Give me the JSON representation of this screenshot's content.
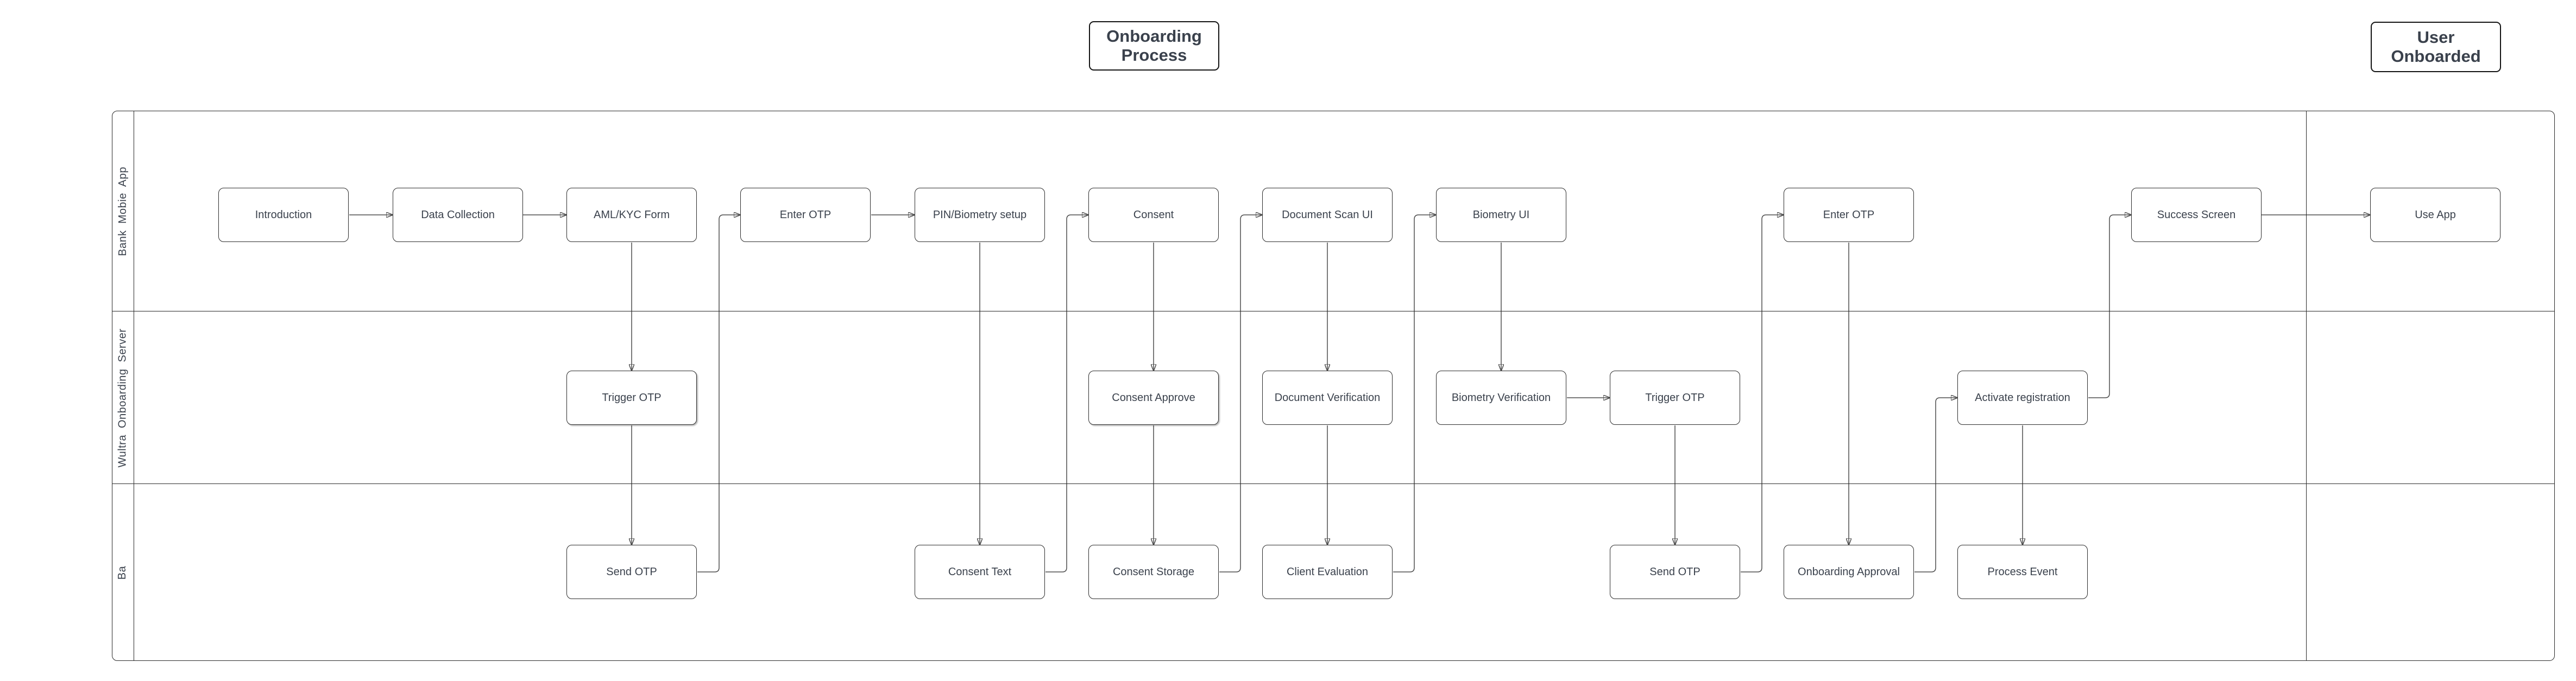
{
  "titles": [
    {
      "id": "onboarding-process",
      "label": "Onboarding Process"
    },
    {
      "id": "user-onboarded",
      "label": "User Onboarded"
    }
  ],
  "lanes": [
    {
      "label": "Bank Mobie App"
    },
    {
      "label": "Wultra Onboarding Server"
    },
    {
      "label": "Ba"
    }
  ],
  "nodes": [
    {
      "id": "introduction",
      "label": "Introduction",
      "lane": 0
    },
    {
      "id": "data-collection",
      "label": "Data Collection",
      "lane": 0
    },
    {
      "id": "aml-kyc-form",
      "label": "AML/KYC Form",
      "lane": 0
    },
    {
      "id": "enter-otp-1",
      "label": "Enter OTP",
      "lane": 0
    },
    {
      "id": "pin-biometry-setup",
      "label": "PIN/Biometry setup",
      "lane": 0
    },
    {
      "id": "consent",
      "label": "Consent",
      "lane": 0
    },
    {
      "id": "document-scan-ui",
      "label": "Document Scan UI",
      "lane": 0
    },
    {
      "id": "biometry-ui",
      "label": "Biometry UI",
      "lane": 0
    },
    {
      "id": "enter-otp-2",
      "label": "Enter OTP",
      "lane": 0
    },
    {
      "id": "success-screen",
      "label": "Success Screen",
      "lane": 0
    },
    {
      "id": "use-app",
      "label": "Use App",
      "lane": 0
    },
    {
      "id": "trigger-otp-1",
      "label": "Trigger OTP",
      "lane": 1
    },
    {
      "id": "consent-approve",
      "label": "Consent Approve",
      "lane": 1
    },
    {
      "id": "document-verification",
      "label": "Document Verification",
      "lane": 1
    },
    {
      "id": "biometry-verification",
      "label": "Biometry Verification",
      "lane": 1
    },
    {
      "id": "trigger-otp-2",
      "label": "Trigger OTP",
      "lane": 1
    },
    {
      "id": "activate-registration",
      "label": "Activate registration",
      "lane": 1
    },
    {
      "id": "send-otp-1",
      "label": "Send OTP",
      "lane": 2
    },
    {
      "id": "consent-text",
      "label": "Consent Text",
      "lane": 2
    },
    {
      "id": "consent-storage",
      "label": "Consent Storage",
      "lane": 2
    },
    {
      "id": "client-evaluation",
      "label": "Client Evaluation",
      "lane": 2
    },
    {
      "id": "send-otp-2",
      "label": "Send OTP",
      "lane": 2
    },
    {
      "id": "onboarding-approval",
      "label": "Onboarding Approval",
      "lane": 2
    },
    {
      "id": "process-event",
      "label": "Process Event",
      "lane": 2
    }
  ],
  "edges": [
    {
      "from": "introduction",
      "to": "data-collection"
    },
    {
      "from": "data-collection",
      "to": "aml-kyc-form"
    },
    {
      "from": "aml-kyc-form",
      "to": "trigger-otp-1"
    },
    {
      "from": "trigger-otp-1",
      "to": "send-otp-1"
    },
    {
      "from": "send-otp-1",
      "to": "enter-otp-1"
    },
    {
      "from": "enter-otp-1",
      "to": "pin-biometry-setup"
    },
    {
      "from": "pin-biometry-setup",
      "to": "consent-text"
    },
    {
      "from": "consent-text",
      "to": "consent"
    },
    {
      "from": "consent",
      "to": "consent-approve"
    },
    {
      "from": "consent-approve",
      "to": "consent-storage"
    },
    {
      "from": "consent-storage",
      "to": "document-scan-ui"
    },
    {
      "from": "document-scan-ui",
      "to": "document-verification"
    },
    {
      "from": "document-verification",
      "to": "client-evaluation"
    },
    {
      "from": "client-evaluation",
      "to": "biometry-ui"
    },
    {
      "from": "biometry-ui",
      "to": "biometry-verification"
    },
    {
      "from": "biometry-verification",
      "to": "trigger-otp-2"
    },
    {
      "from": "trigger-otp-2",
      "to": "send-otp-2"
    },
    {
      "from": "send-otp-2",
      "to": "enter-otp-2"
    },
    {
      "from": "enter-otp-2",
      "to": "onboarding-approval"
    },
    {
      "from": "onboarding-approval",
      "to": "activate-registration"
    },
    {
      "from": "activate-registration",
      "to": "process-event"
    },
    {
      "from": "activate-registration",
      "to": "success-screen"
    },
    {
      "from": "success-screen",
      "to": "use-app"
    }
  ],
  "colors": {
    "background": "#FFFFFF",
    "text": "#3A414C",
    "node_border": "#2E2E2E",
    "edge": "#4D4D4D"
  }
}
